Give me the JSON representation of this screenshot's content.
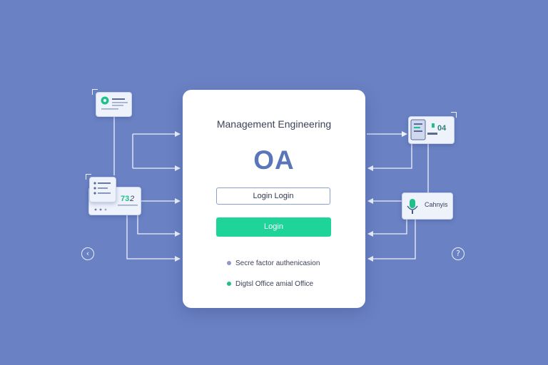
{
  "login": {
    "title": "Management Engineering",
    "logo": "OA",
    "input_value": "Login Login",
    "button_label": "Login"
  },
  "features": [
    {
      "label": "Secre factor authenicasion",
      "dot_color": "#8f98c7"
    },
    {
      "label": "Digtsl Office amial Office",
      "dot_color": "#1fbf8a"
    }
  ],
  "widgets": {
    "stats_value": "73",
    "stats_suffix": "2",
    "chart_label": "04",
    "mic_label": "Cahnyis"
  },
  "nav": {
    "prev_glyph": "‹",
    "help_glyph": "?"
  },
  "colors": {
    "background": "#6a82c4",
    "accent_green": "#1fd498",
    "brand_blue": "#5a76b8",
    "connector": "#eef2fb"
  }
}
